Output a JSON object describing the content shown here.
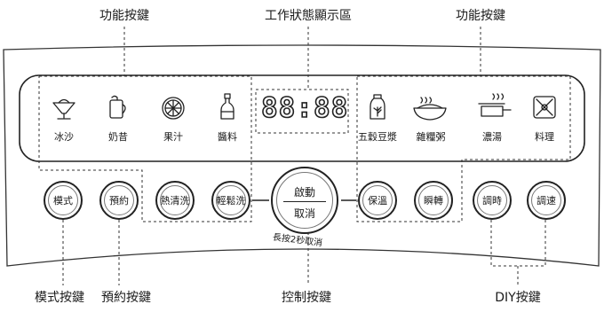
{
  "labels": {
    "function_left": "功能按鍵",
    "display_status": "工作狀態顯示區",
    "function_right": "功能按鍵",
    "mode_key": "模式按鍵",
    "reserve_key": "預約按鍵",
    "control_key": "控制按鍵",
    "diy_key": "DIY按鍵"
  },
  "display": {
    "digits": "88:88"
  },
  "functions": [
    {
      "label": "冰沙",
      "icon": "smoothie-cup-icon"
    },
    {
      "label": "奶昔",
      "icon": "milkshake-jar-icon"
    },
    {
      "label": "果汁",
      "icon": "citrus-slice-icon"
    },
    {
      "label": "醬料",
      "icon": "sauce-bottle-icon"
    },
    {
      "label": "五穀豆漿",
      "icon": "grain-soymilk-bottle-icon"
    },
    {
      "label": "雜糧粥",
      "icon": "porridge-bowl-icon"
    },
    {
      "label": "濃湯",
      "icon": "soup-pot-icon"
    },
    {
      "label": "料理",
      "icon": "blade-cross-icon"
    }
  ],
  "buttons": {
    "mode": "模式",
    "reserve": "預約",
    "hot_clean": "熱清洗",
    "easy_clean": "輕鬆洗",
    "keep_warm": "保溫",
    "instant": "瞬轉",
    "adjust_time": "調時",
    "adjust_speed": "調速"
  },
  "center_button": {
    "start": "啟動",
    "cancel": "取消",
    "hint": "長按2秒取消"
  }
}
